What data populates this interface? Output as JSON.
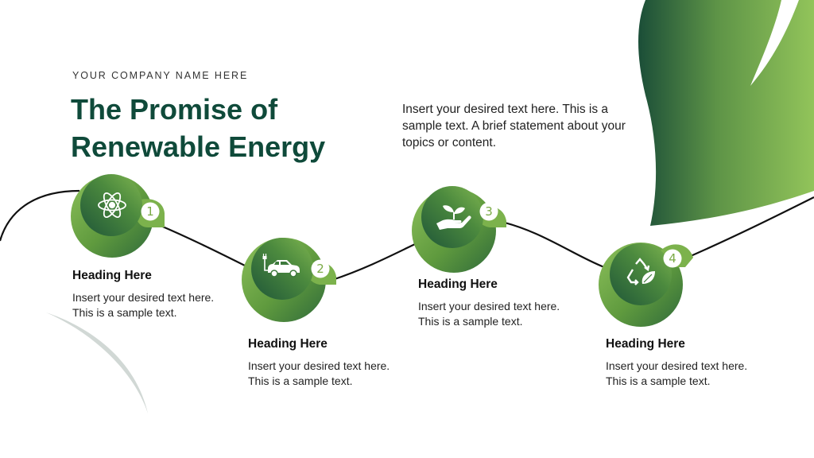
{
  "slide": {
    "company": "YOUR COMPANY NAME HERE",
    "title_line1": "The Promise of",
    "title_line2": "Renewable Energy",
    "intro": "Insert your desired text here. This is a sample text. A brief statement about your topics or content."
  },
  "colors": {
    "title": "#0f4a3a",
    "green_light": "#8cc05a",
    "green_dark": "#1e5a3c",
    "badge_text": "#7aaa45",
    "line": "#111111"
  },
  "steps": [
    {
      "number": "1",
      "icon": "atom-icon",
      "heading": "Heading Here",
      "text": "Insert your desired text here. This is a sample text."
    },
    {
      "number": "2",
      "icon": "electric-car-icon",
      "heading": "Heading Here",
      "text": "Insert your desired text here. This is a sample text."
    },
    {
      "number": "3",
      "icon": "plant-in-hand-icon",
      "heading": "Heading Here",
      "text": "Insert your desired text here. This is a sample text."
    },
    {
      "number": "4",
      "icon": "recycle-leaf-icon",
      "heading": "Heading Here",
      "text": "Insert your desired text here. This is a sample text."
    }
  ]
}
